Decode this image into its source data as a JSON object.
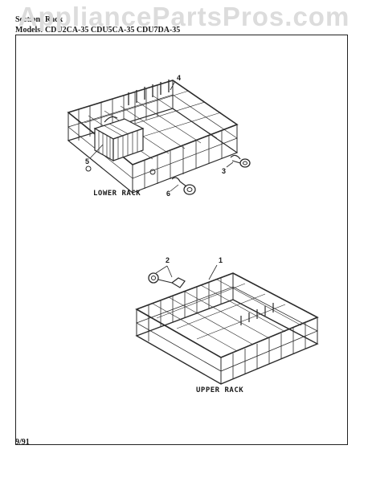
{
  "header": {
    "watermark": "AppliancePartsPros.com",
    "section": "Section: Rack",
    "models": "Models: CDU2CA-35 CDU5CA-35 CDU7DA-35"
  },
  "diagram": {
    "lower_rack_caption": "LOWER RACK",
    "upper_rack_caption": "UPPER RACK",
    "callouts": [
      "1",
      "2",
      "3",
      "4",
      "5",
      "6"
    ]
  },
  "footer": {
    "date": "9/91"
  }
}
